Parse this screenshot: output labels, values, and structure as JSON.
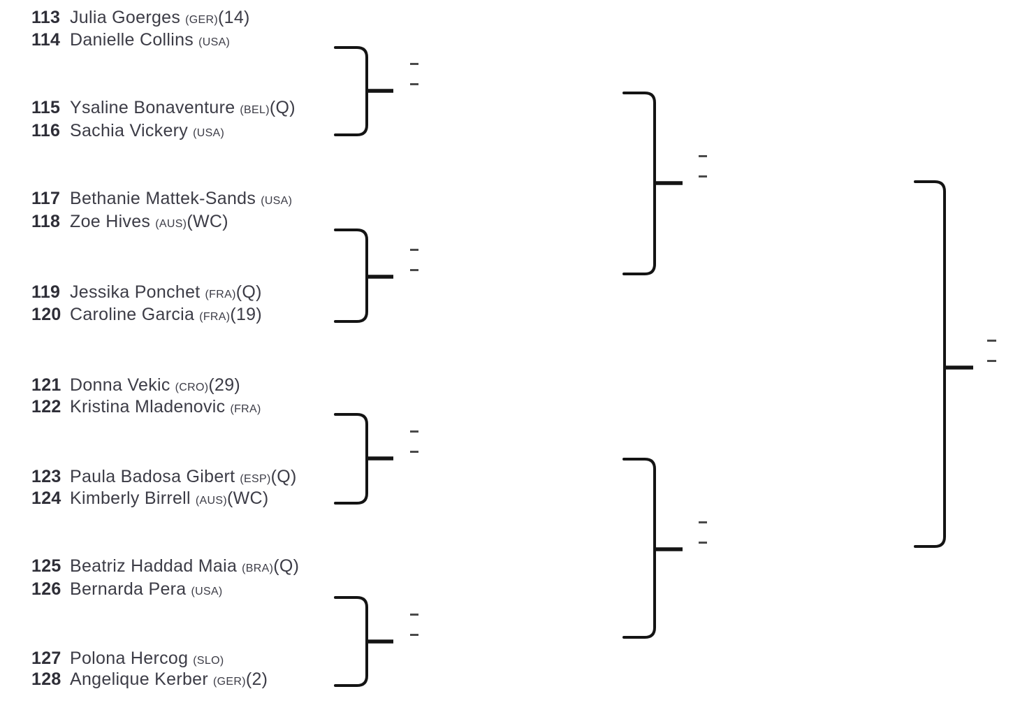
{
  "bracket": {
    "section": "draw-positions-113-128",
    "players": [
      {
        "num": "113",
        "name": "Julia Goerges",
        "country": "(GER)",
        "seed": "(14)"
      },
      {
        "num": "114",
        "name": "Danielle Collins",
        "country": "(USA)",
        "seed": ""
      },
      {
        "num": "115",
        "name": "Ysaline Bonaventure",
        "country": "(BEL)",
        "seed": "(Q)"
      },
      {
        "num": "116",
        "name": "Sachia Vickery",
        "country": "(USA)",
        "seed": ""
      },
      {
        "num": "117",
        "name": "Bethanie Mattek-Sands",
        "country": "(USA)",
        "seed": ""
      },
      {
        "num": "118",
        "name": "Zoe Hives",
        "country": "(AUS)",
        "seed": "(WC)"
      },
      {
        "num": "119",
        "name": "Jessika Ponchet",
        "country": "(FRA)",
        "seed": "(Q)"
      },
      {
        "num": "120",
        "name": "Caroline Garcia",
        "country": "(FRA)",
        "seed": "(19)"
      },
      {
        "num": "121",
        "name": "Donna Vekic",
        "country": "(CRO)",
        "seed": "(29)"
      },
      {
        "num": "122",
        "name": "Kristina Mladenovic",
        "country": "(FRA)",
        "seed": ""
      },
      {
        "num": "123",
        "name": "Paula Badosa Gibert",
        "country": "(ESP)",
        "seed": "(Q)"
      },
      {
        "num": "124",
        "name": "Kimberly Birrell",
        "country": "(AUS)",
        "seed": "(WC)"
      },
      {
        "num": "125",
        "name": "Beatriz Haddad Maia",
        "country": "(BRA)",
        "seed": "(Q)"
      },
      {
        "num": "126",
        "name": "Bernarda Pera",
        "country": "(USA)",
        "seed": ""
      },
      {
        "num": "127",
        "name": "Polona Hercog",
        "country": "(SLO)",
        "seed": ""
      },
      {
        "num": "128",
        "name": "Angelique Kerber",
        "country": "(GER)",
        "seed": "(2)"
      }
    ],
    "rounds": 3,
    "winner_placeholders_per_match": 2
  },
  "colors": {
    "background": "#ffffff",
    "text": "#3c3c46",
    "line": "#141414",
    "dash": "#4a4a4a"
  }
}
